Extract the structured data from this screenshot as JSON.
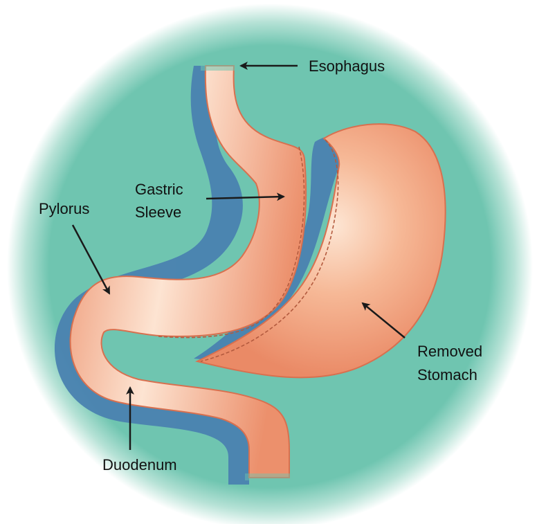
{
  "labels": {
    "esophagus": "Esophagus",
    "gastric_line1": "Gastric",
    "gastric_line2": "Sleeve",
    "pylorus": "Pylorus",
    "removed_line1": "Removed",
    "removed_line2": "Stomach",
    "duodenum": "Duodenum"
  },
  "colors": {
    "background_circle": "#6fc5b0",
    "organ": "#ef9a78",
    "organ_highlight": "#fbe0cc",
    "organ_edge": "#d8704f",
    "shadow": "#4a82b0",
    "arrow": "#1a1a1a"
  }
}
